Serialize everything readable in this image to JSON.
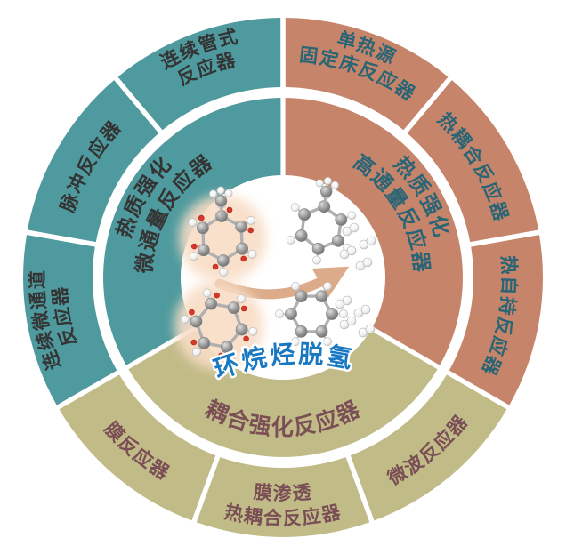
{
  "figure": {
    "description_label": "环烷烃脱氢",
    "palette": {
      "teal": "#4f9a9e",
      "terracotta": "#c6846a",
      "olive": "#c1bb88",
      "teal_label": "#343434",
      "terracotta_label": "#2a6576",
      "olive_label": "#7a4e55",
      "center_label_color": "#1878c2",
      "arrow_color": "#dcab89",
      "background": "#ffffff"
    },
    "inner_sectors": [
      {
        "name": "heat-mass-intensified-micro-throughput-reactor",
        "lines": [
          "热质强化",
          "微通量反应器"
        ],
        "color": "teal",
        "start": 150,
        "end": 270
      },
      {
        "name": "heat-mass-intensified-high-throughput-reactor",
        "lines": [
          "热质强化",
          "高通量反应器"
        ],
        "color": "terracotta",
        "start": 270,
        "end": 390
      },
      {
        "name": "coupling-intensified-reactor",
        "lines": [
          "耦合强化反应器"
        ],
        "color": "olive",
        "start": 30,
        "end": 150
      }
    ],
    "outer_segments": [
      {
        "name": "continuous-tubular-reactor",
        "lines": [
          "连续管式",
          "反应器"
        ],
        "color": "teal",
        "start": 230,
        "end": 270
      },
      {
        "name": "pulse-reactor",
        "lines": [
          "脉冲反应器"
        ],
        "color": "teal",
        "start": 190,
        "end": 230
      },
      {
        "name": "continuous-microchannel-reactor",
        "lines": [
          "连续微通道",
          "反应器"
        ],
        "color": "teal",
        "start": 150,
        "end": 190
      },
      {
        "name": "single-heat-source-fixed-bed-reactor",
        "lines": [
          "单热源",
          "固定床反应器"
        ],
        "color": "terracotta",
        "start": 270,
        "end": 310
      },
      {
        "name": "thermally-coupled-reactor",
        "lines": [
          "热耦合反应器"
        ],
        "color": "terracotta",
        "start": 310,
        "end": 350
      },
      {
        "name": "thermal-self-sustained-reactor",
        "lines": [
          "热自持反应器"
        ],
        "color": "terracotta",
        "start": 350,
        "end": 390
      },
      {
        "name": "microwave-reactor",
        "lines": [
          "微波反应器"
        ],
        "color": "olive",
        "start": 30,
        "end": 70
      },
      {
        "name": "membrane-permeation-thermally-coupled-reactor",
        "lines": [
          "膜渗透",
          "热耦合反应器"
        ],
        "color": "olive",
        "start": 70,
        "end": 110
      },
      {
        "name": "membrane-reactor",
        "lines": [
          "膜反应器"
        ],
        "color": "olive",
        "start": 110,
        "end": 150
      }
    ],
    "center": {
      "label": "环烷烃脱氢",
      "icons": [
        "methylcyclohexane-molecule-icon",
        "cyclohexane-molecule-icon",
        "toluene-molecule-icon",
        "benzene-molecule-icon",
        "hydrogen-molecule-icon",
        "curved-reaction-arrow-icon"
      ]
    }
  }
}
